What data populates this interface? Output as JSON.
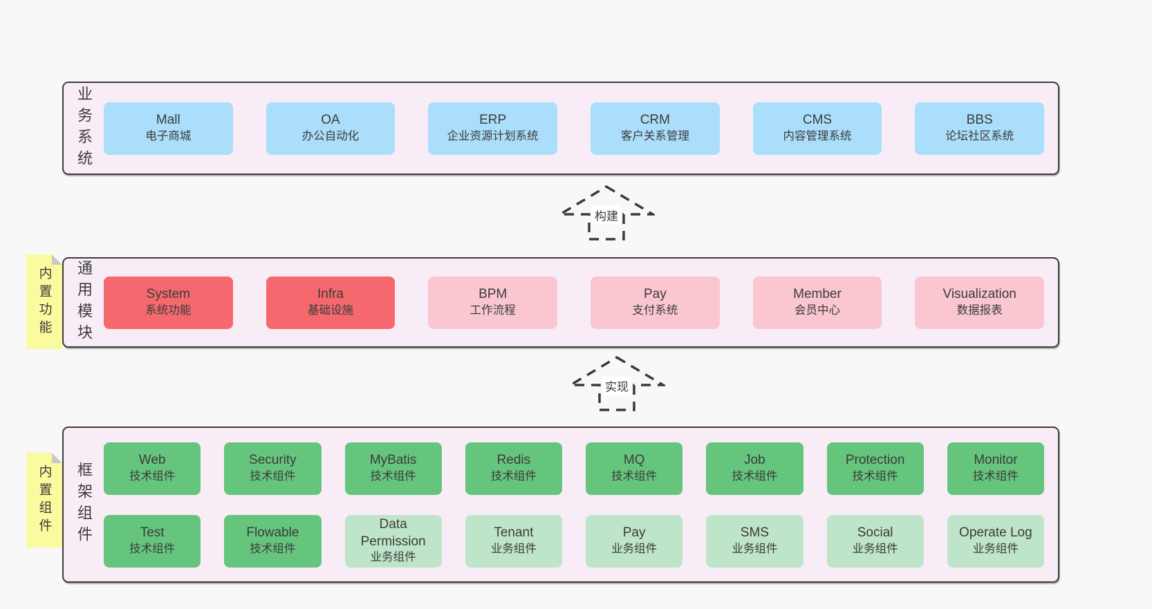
{
  "business": {
    "label": "业务系统",
    "items": [
      {
        "title": "Mall",
        "subtitle": "电子商城"
      },
      {
        "title": "OA",
        "subtitle": "办公自动化"
      },
      {
        "title": "ERP",
        "subtitle": "企业资源计划系统"
      },
      {
        "title": "CRM",
        "subtitle": "客户关系管理"
      },
      {
        "title": "CMS",
        "subtitle": "内容管理系统"
      },
      {
        "title": "BBS",
        "subtitle": "论坛社区系统"
      }
    ]
  },
  "arrows": {
    "build": "构建",
    "realize": "实现"
  },
  "modules": {
    "label": "通用模块",
    "sticky": "内置功能",
    "items": [
      {
        "title": "System",
        "subtitle": "系统功能"
      },
      {
        "title": "Infra",
        "subtitle": "基础设施"
      },
      {
        "title": "BPM",
        "subtitle": "工作流程"
      },
      {
        "title": "Pay",
        "subtitle": "支付系统"
      },
      {
        "title": "Member",
        "subtitle": "会员中心"
      },
      {
        "title": "Visualization",
        "subtitle": "数据报表"
      }
    ]
  },
  "framework": {
    "label": "框架组件",
    "sticky": "内置组件",
    "row1": [
      {
        "title": "Web",
        "subtitle": "技术组件"
      },
      {
        "title": "Security",
        "subtitle": "技术组件"
      },
      {
        "title": "MyBatis",
        "subtitle": "技术组件"
      },
      {
        "title": "Redis",
        "subtitle": "技术组件"
      },
      {
        "title": "MQ",
        "subtitle": "技术组件"
      },
      {
        "title": "Job",
        "subtitle": "技术组件"
      },
      {
        "title": "Protection",
        "subtitle": "技术组件"
      },
      {
        "title": "Monitor",
        "subtitle": "技术组件"
      }
    ],
    "row2": [
      {
        "title": "Test",
        "subtitle": "技术组件"
      },
      {
        "title": "Flowable",
        "subtitle": "技术组件"
      },
      {
        "title": "Data Permission",
        "subtitle": "业务组件"
      },
      {
        "title": "Tenant",
        "subtitle": "业务组件"
      },
      {
        "title": "Pay",
        "subtitle": "业务组件"
      },
      {
        "title": "SMS",
        "subtitle": "业务组件"
      },
      {
        "title": "Social",
        "subtitle": "业务组件"
      },
      {
        "title": "Operate Log",
        "subtitle": "业务组件"
      }
    ]
  },
  "palette": {
    "page_bg": "#f8f8f8",
    "container_bg": "#f8edf6",
    "container_border": "#3b3b3b",
    "blue_box": "#abdefa",
    "red_box": "#f5696e",
    "pink_box": "#fac7d1",
    "green_box": "#66c57d",
    "light_green_box": "#bee5c9",
    "sticky_note": "#fafa9e",
    "sticky_fold": "#c9c9c9",
    "text": "#3b3b3b"
  }
}
